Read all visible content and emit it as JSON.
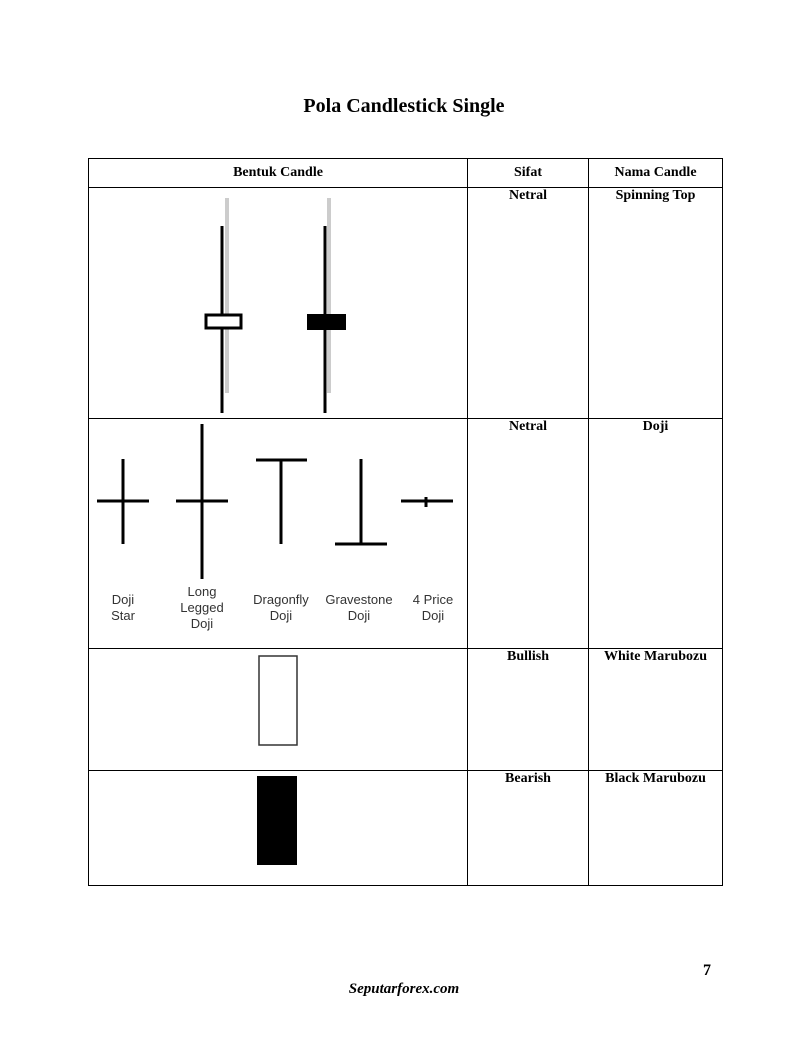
{
  "page": {
    "title": "Pola Candlestick Single",
    "page_number": "7",
    "footer": "Seputarforex.com"
  },
  "table": {
    "headers": [
      "Bentuk Candle",
      "Sifat",
      "Nama Candle"
    ],
    "rows": [
      {
        "shape": "spinning-top (white body, black body)",
        "sifat": "Netral",
        "nama": "Spinning Top"
      },
      {
        "shape": "doji variants",
        "sifat": "Netral",
        "nama": "Doji",
        "doji_labels": [
          [
            "Doji",
            "Star"
          ],
          [
            "Long",
            "Legged",
            "Doji"
          ],
          [
            "Dragonfly",
            "Doji"
          ],
          [
            "Gravestone",
            "Doji"
          ],
          [
            "4 Price",
            "Doji"
          ]
        ]
      },
      {
        "shape": "white marubozu",
        "sifat": "Bullish",
        "nama": "White Marubozu"
      },
      {
        "shape": "black marubozu",
        "sifat": "Bearish",
        "nama": "Black Marubozu"
      }
    ]
  }
}
